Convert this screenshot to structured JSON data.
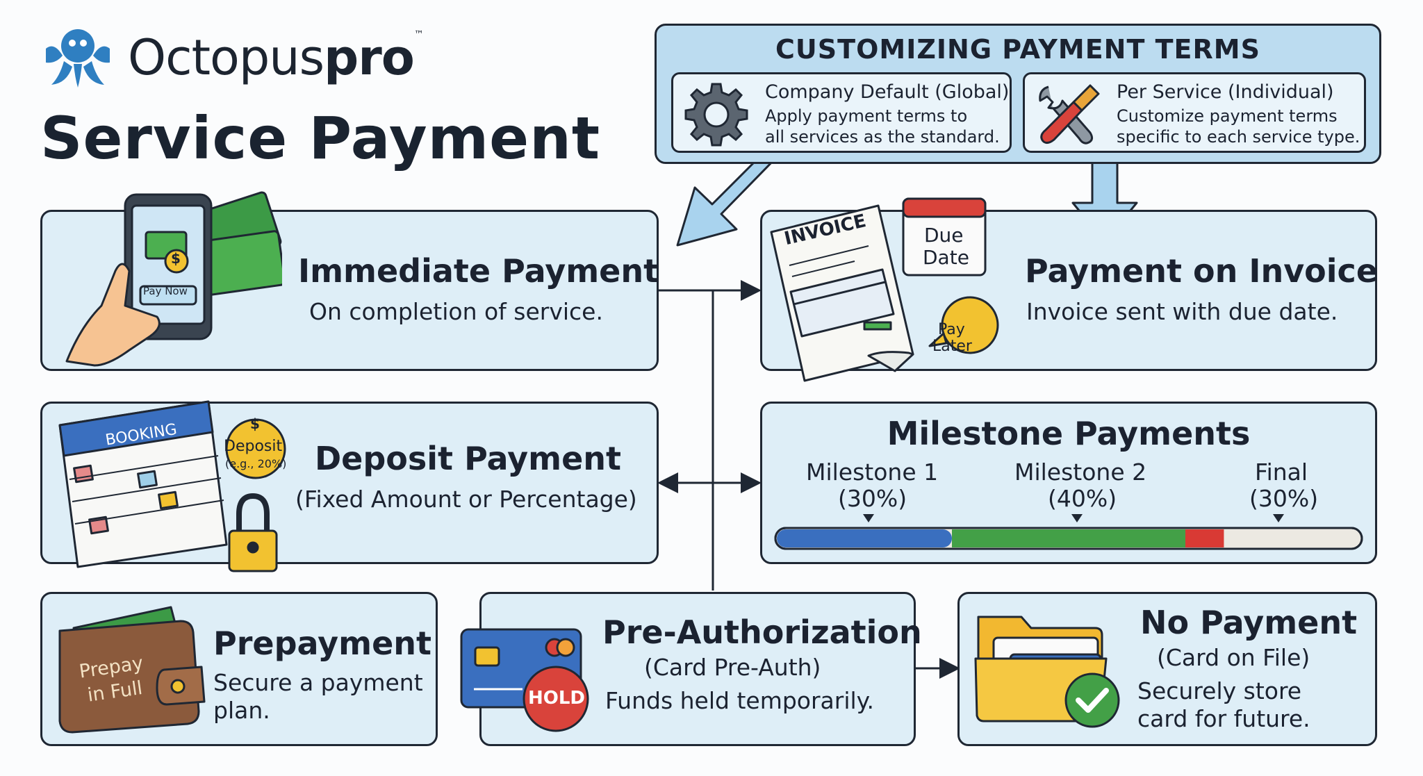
{
  "brand": {
    "name_prefix": "Octopus",
    "name_suffix": "pro",
    "tm": "™"
  },
  "page_title": "Service Payment",
  "customizing": {
    "title": "CUSTOMIZING PAYMENT TERMS",
    "global": {
      "title": "Company Default (Global)",
      "line1": "Apply payment terms to",
      "line2": "all services as the standard."
    },
    "individual": {
      "title": "Per Service (Individual)",
      "line1": "Customize payment terms",
      "line2": "specific to each service type."
    }
  },
  "immediate": {
    "title": "Immediate Payment",
    "subtitle": "On completion of service.",
    "phone_button": "Pay Now",
    "coin_symbol": "$"
  },
  "invoice": {
    "title": "Payment on Invoice",
    "subtitle": "Invoice sent with due date.",
    "doc_label": "INVOICE",
    "due_line1": "Due",
    "due_line2": "Date",
    "pay_line1": "Pay",
    "pay_line2": "Later"
  },
  "deposit": {
    "title": "Deposit Payment",
    "subtitle": "(Fixed Amount or Percentage)",
    "calendar_label": "BOOKING",
    "badge_line1": "Deposit",
    "badge_line2": "(e.g., 20%)",
    "bag_symbol": "$"
  },
  "milestone": {
    "title": "Milestone Payments",
    "items": [
      {
        "label": "Milestone 1",
        "percent": "(30%)",
        "share": 30,
        "color": "#3a6fbf"
      },
      {
        "label": "Milestone 2",
        "percent": "(40%)",
        "share": 40,
        "color": "#43a047"
      },
      {
        "label": "Final",
        "percent": "(30%)",
        "share": 30,
        "color": "#d93a34"
      }
    ]
  },
  "prepayment": {
    "title": "Prepayment",
    "line1": "Secure a payment",
    "line2": "plan.",
    "wallet_line1": "Prepay",
    "wallet_line2": "in Full"
  },
  "preauth": {
    "title": "Pre-Authorization",
    "subtitle": "(Card Pre-Auth)",
    "body": "Funds held temporarily.",
    "hold_label": "HOLD"
  },
  "nopayment": {
    "title": "No Payment",
    "subtitle": "(Card on File)",
    "line1": "Securely store",
    "line2": "card for future."
  }
}
